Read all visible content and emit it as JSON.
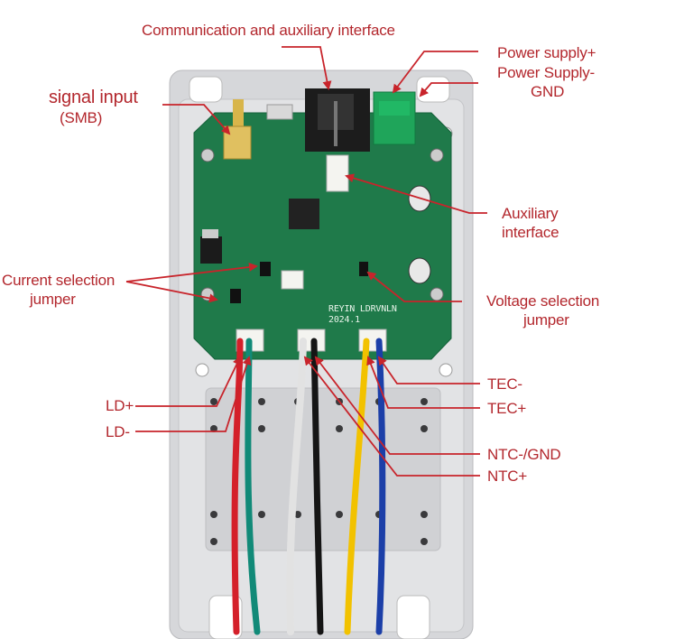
{
  "labels": {
    "comm": "Communication and auxiliary interface",
    "power_plus": "Power supply+",
    "power_minus": "Power Supply-",
    "gnd": "GND",
    "signal_input": "signal input",
    "smb": "(SMB)",
    "aux_1": "Auxiliary",
    "aux_2": "interface",
    "current_sel_1": "Current selection",
    "current_sel_2": "jumper",
    "voltage_sel_1": "Voltage selection",
    "voltage_sel_2": "jumper",
    "tec_minus": "TEC-",
    "tec_plus": "TEC+",
    "ld_plus": "LD+",
    "ld_minus": "LD-",
    "ntc_gnd": "NTC-/GND",
    "ntc_plus": "NTC+"
  },
  "board": {
    "silkscreen_1": "REYIN LDRVNLN",
    "silkscreen_2": "2024.1"
  },
  "colors": {
    "annotation": "#b3272d",
    "pcb": "#1f7a4a",
    "plate": "#d9dadc",
    "wire_ld_plus": "#d4202a",
    "wire_ld_minus": "#118a78",
    "wire_ntc_plus": "#f4f4f4",
    "wire_ntc_gnd": "#151515",
    "wire_tec_plus": "#f2c200",
    "wire_tec_minus": "#1c3fa8"
  }
}
